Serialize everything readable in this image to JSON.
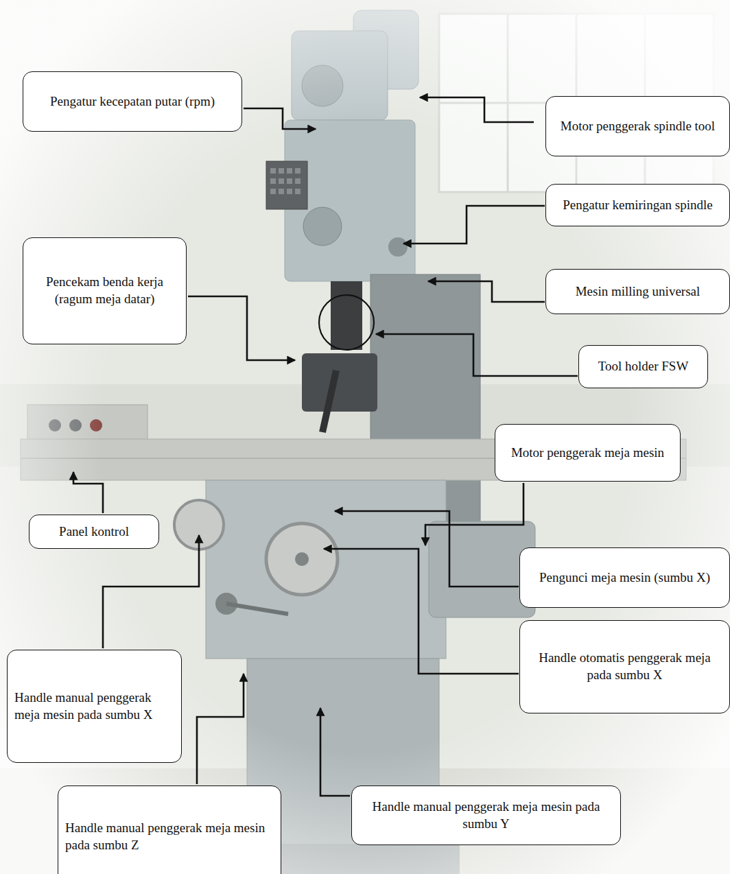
{
  "diagram": {
    "nodes": [
      {
        "text": [
          "Pengatur kecepatan putar (rpm)"
        ]
      },
      {
        "text": [
          "Motor penggerak spindle tool"
        ]
      },
      {
        "text": [
          "Pengatur kemiringan spindle"
        ]
      },
      {
        "text": [
          "Pencekam benda kerja (ragum meja datar)"
        ]
      },
      {
        "text": [
          "Mesin milling universal"
        ]
      },
      {
        "text": [
          "Tool holder FSW"
        ]
      },
      {
        "text": [
          "Motor penggerak meja mesin"
        ]
      },
      {
        "text": [
          "Panel kontrol"
        ]
      },
      {
        "text": [
          "Pengunci meja mesin (sumbu X)"
        ]
      },
      {
        "text": [
          "Handle otomatis penggerak meja pada sumbu X"
        ]
      },
      {
        "text": [
          "Handle manual penggerak meja mesin pada sumbu X"
        ]
      },
      {
        "text": [
          "Handle manual penggerak meja mesin pada sumbu Z"
        ]
      },
      {
        "text": [
          "Handle manual penggerak meja mesin pada sumbu Y"
        ]
      }
    ]
  }
}
